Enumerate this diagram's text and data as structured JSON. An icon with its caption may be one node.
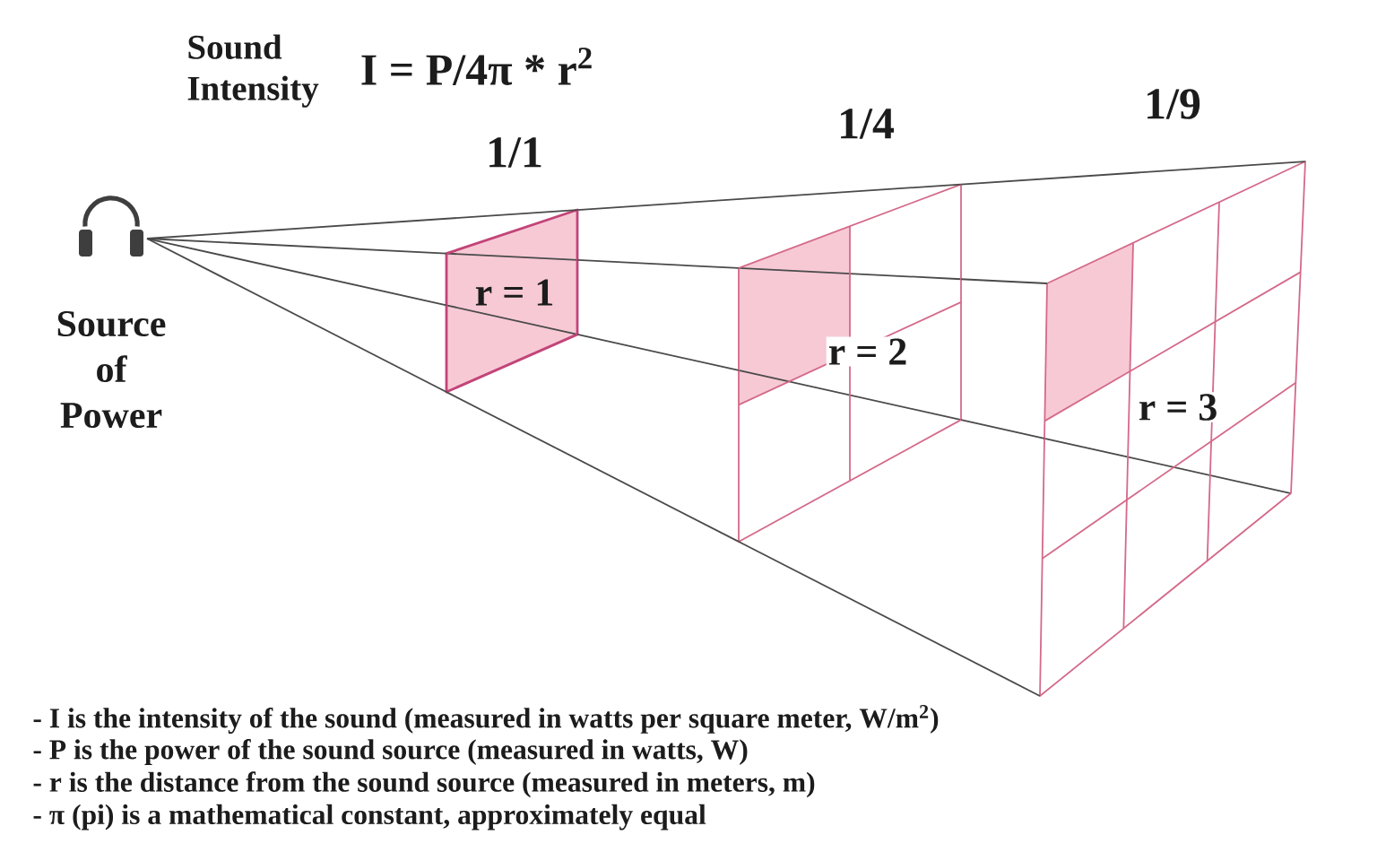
{
  "diagram": {
    "title": "Sound Intensity",
    "nodes": [
      {
        "text": [],
        "shape": "picture",
        "beside": [
          "Source of Power"
        ]
      },
      {
        "text": [
          "r = 1"
        ],
        "beside": [
          "1/1"
        ]
      },
      {
        "text": [
          "r = 2"
        ],
        "beside": [
          "1/4"
        ]
      },
      {
        "text": [
          "r = 3"
        ],
        "beside": [
          "1/9"
        ]
      }
    ],
    "edges": [
      {
        "from": 0,
        "to": 1,
        "arrow": "none"
      },
      {
        "from": 0,
        "to": 1,
        "arrow": "none"
      },
      {
        "from": 0,
        "to": 1,
        "arrow": "none"
      },
      {
        "from": 0,
        "to": 1,
        "arrow": "none"
      },
      {
        "from": 1,
        "to": 2,
        "arrow": "none"
      },
      {
        "from": 1,
        "to": 2,
        "arrow": "none"
      },
      {
        "from": 1,
        "to": 2,
        "arrow": "none"
      },
      {
        "from": 1,
        "to": 2,
        "arrow": "none"
      },
      {
        "from": 2,
        "to": 3,
        "arrow": "none"
      },
      {
        "from": 2,
        "to": 3,
        "arrow": "none"
      },
      {
        "from": 2,
        "to": 3,
        "arrow": "none"
      },
      {
        "from": 2,
        "to": 3,
        "arrow": "none"
      }
    ],
    "labels": [
      "I = P/4π * r$^{2}$",
      "- I is the intensity of the sound (measured in watts per square meter, W/m$^{2}$)",
      "- P is the power of the sound source (measured in watts, W)",
      "- r is the distance from the sound source (measured in meters, m)",
      "- π (pi) is a mathematical constant, approximately equal"
    ]
  }
}
